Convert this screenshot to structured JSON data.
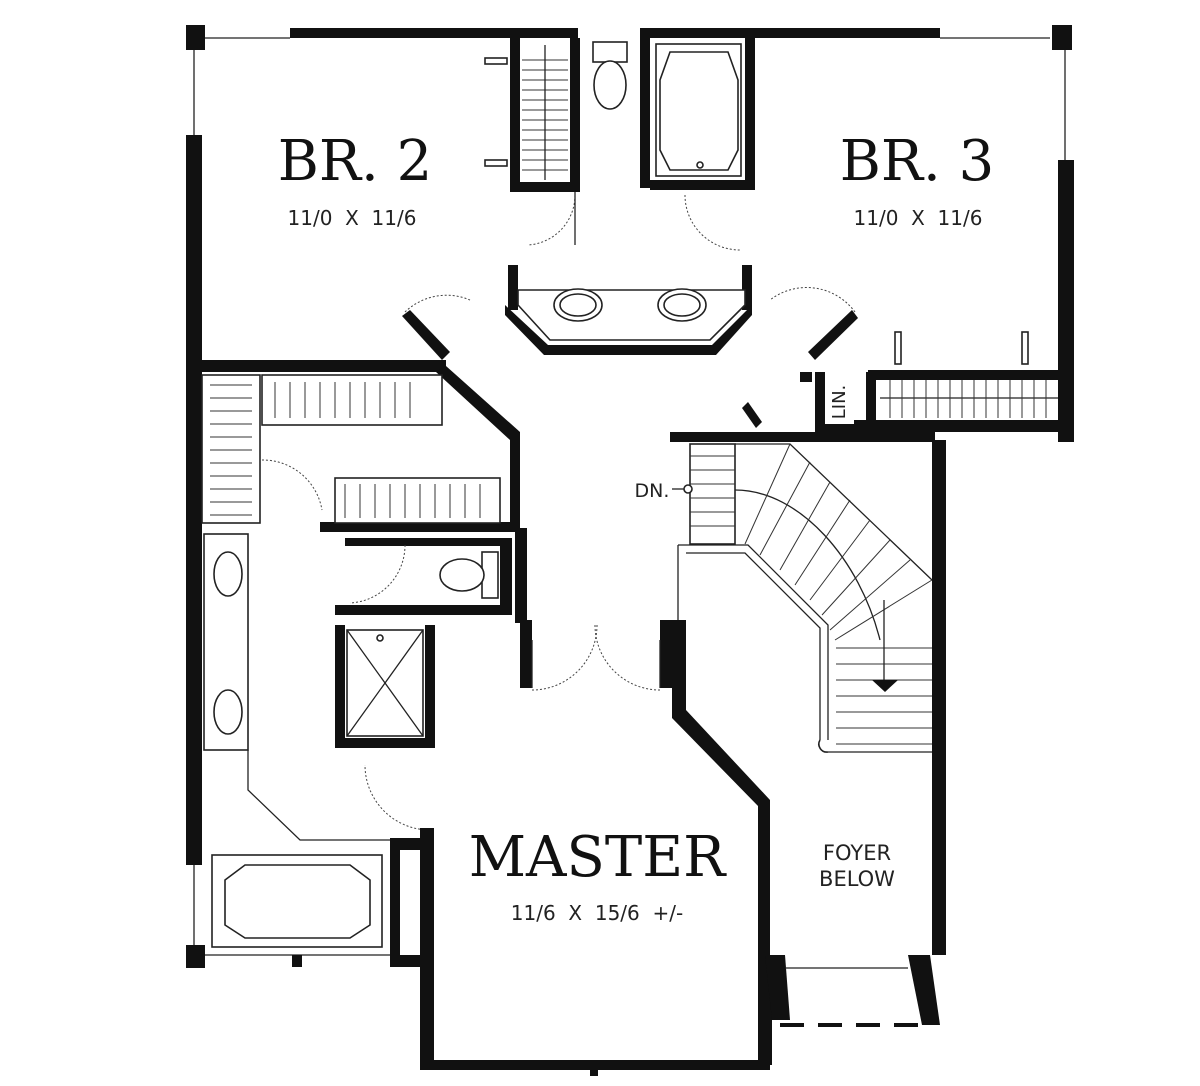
{
  "rooms": {
    "br2": {
      "name": "BR. 2",
      "dims": "11/0  X  11/6"
    },
    "br3": {
      "name": "BR. 3",
      "dims": "11/0  X  11/6"
    },
    "master": {
      "name": "MASTER",
      "dims": "11/6  X  15/6  +/-"
    }
  },
  "labels": {
    "linen": "LIN.",
    "stairs_down": "DN.",
    "foyer_line1": "FOYER",
    "foyer_line2": "BELOW"
  }
}
